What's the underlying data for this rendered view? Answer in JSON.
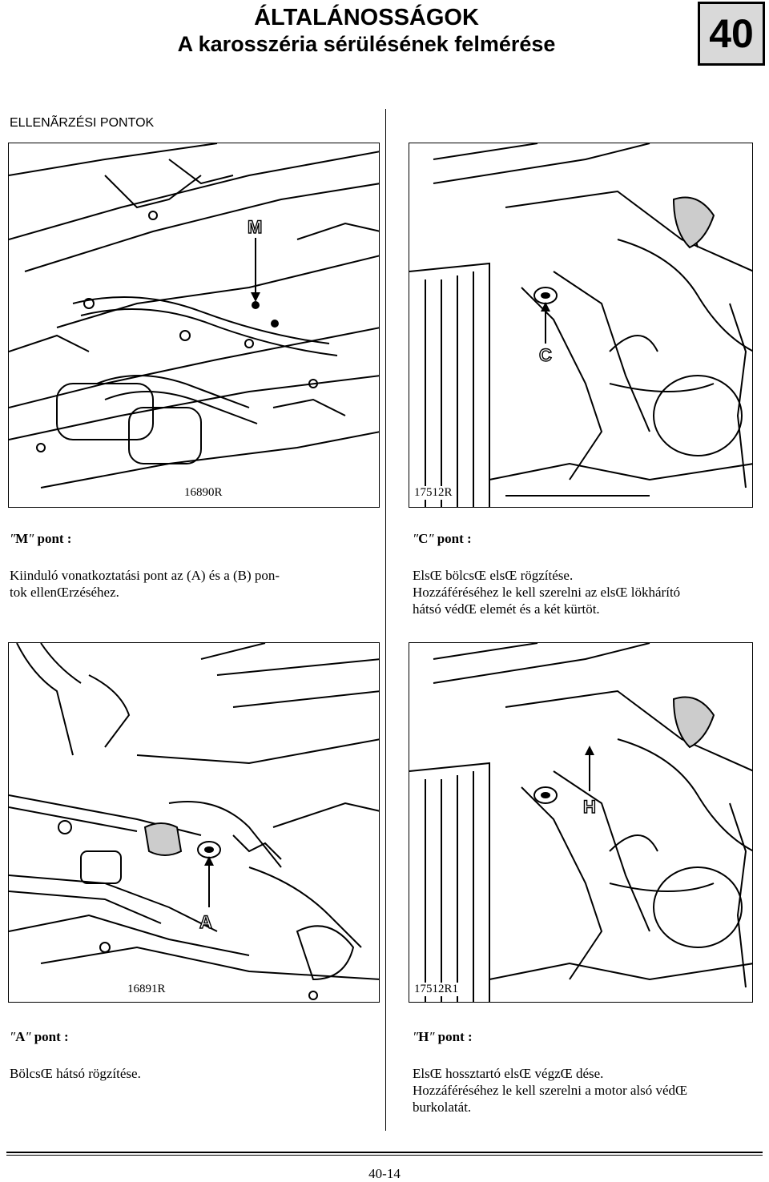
{
  "header": {
    "title_line1": "ÁLTALÁNOSSÁGOK",
    "title_line2": "A karosszéria sérülésének felmérése",
    "chapter": "40"
  },
  "section_heading": "ELLENÃRZÉSI PONTOK",
  "figures": [
    {
      "ref": "16890R",
      "marker": "M"
    },
    {
      "ref": "17512R",
      "marker": "C"
    },
    {
      "ref": "16891R",
      "marker": "A"
    },
    {
      "ref": "17512R1",
      "marker": "H"
    }
  ],
  "captions": [
    {
      "quote": "″",
      "letter": "M",
      "suffix": "pont :",
      "lines": [
        "Kiinduló vonatkoztatási pont az (A) és a (B) pon-",
        "tok ellenŒrzéséhez."
      ]
    },
    {
      "quote": "″",
      "letter": "C",
      "suffix": "pont :",
      "lines": [
        "ElsŒ bölcsŒ elsŒ rögzítése.",
        "Hozzáféréséhez le kell szerelni az elsŒ lökhárító",
        "hátsó védŒ elemét és a két kürtöt."
      ]
    },
    {
      "quote": "″",
      "letter": "A",
      "suffix": "pont :",
      "lines": [
        "BölcsŒ hátsó rögzítése."
      ]
    },
    {
      "quote": "″",
      "letter": "H",
      "suffix": "pont :",
      "lines": [
        "ElsŒ hossztartó elsŒ végzŒ dése.",
        "Hozzáféréséhez le kell szerelni a motor alsó védŒ",
        "burkolatát."
      ]
    }
  ],
  "footer": {
    "page_number": "40-14"
  }
}
